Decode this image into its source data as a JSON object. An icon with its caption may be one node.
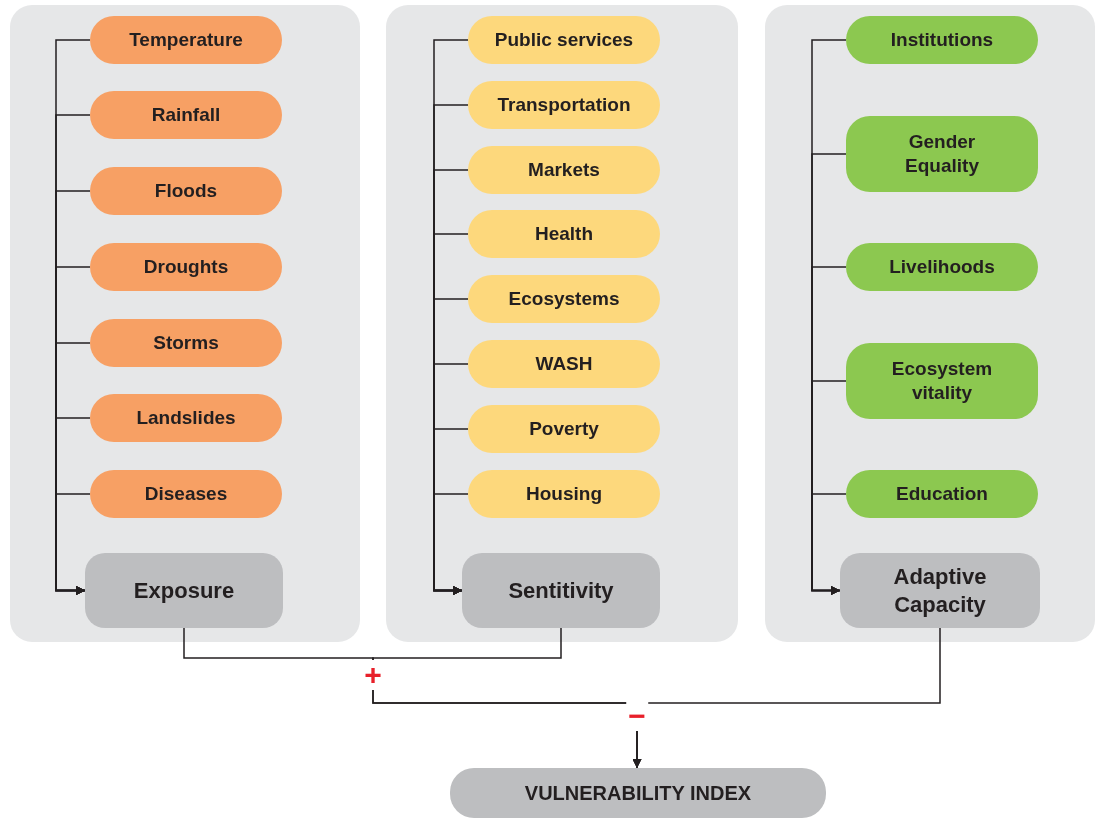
{
  "diagram": {
    "nodes": [
      {
        "text": [],
        "shape": "box"
      },
      {
        "text": [
          "Temperature"
        ],
        "in": 0
      },
      {
        "text": [
          "Rainfall"
        ],
        "in": 0
      },
      {
        "text": [
          "Floods"
        ],
        "in": 0
      },
      {
        "text": [
          "Droughts"
        ],
        "in": 0
      },
      {
        "text": [
          "Storms"
        ],
        "in": 0
      },
      {
        "text": [
          "Landslides"
        ],
        "in": 0
      },
      {
        "text": [
          "Diseases"
        ],
        "in": 0
      },
      {
        "text": [
          "Exposure"
        ],
        "in": 0
      },
      {
        "text": [],
        "shape": "box"
      },
      {
        "text": [
          "Public services"
        ],
        "in": 9
      },
      {
        "text": [
          "Transportation"
        ],
        "in": 9
      },
      {
        "text": [
          "Markets"
        ],
        "in": 9
      },
      {
        "text": [
          "Health"
        ],
        "in": 9
      },
      {
        "text": [
          "Ecosystems"
        ],
        "in": 9
      },
      {
        "text": [
          "WASH"
        ],
        "in": 9
      },
      {
        "text": [
          "Poverty"
        ],
        "in": 9
      },
      {
        "text": [
          "Housing"
        ],
        "in": 9
      },
      {
        "text": [
          "Sentitivity"
        ],
        "in": 9
      },
      {
        "text": [],
        "shape": "box"
      },
      {
        "text": [
          "Institutions"
        ],
        "in": 19
      },
      {
        "text": [
          "Gender Equality"
        ],
        "in": 19
      },
      {
        "text": [
          "Livelihoods"
        ],
        "in": 19
      },
      {
        "text": [
          "Ecosystem vitality"
        ],
        "in": 19
      },
      {
        "text": [
          "Education"
        ],
        "in": 19
      },
      {
        "text": [
          "Adaptive Capacity"
        ],
        "in": 19
      },
      {
        "text": [
          "VULNERABILITY INDEX"
        ]
      }
    ],
    "edges": [
      {
        "from": 1,
        "to": 8,
        "arrow": "to"
      },
      {
        "from": 2,
        "to": 8,
        "arrow": "to"
      },
      {
        "from": 3,
        "to": 8,
        "arrow": "to"
      },
      {
        "from": 4,
        "to": 8,
        "arrow": "to"
      },
      {
        "from": 5,
        "to": 8,
        "arrow": "to"
      },
      {
        "from": 6,
        "to": 8,
        "arrow": "to"
      },
      {
        "from": 7,
        "to": 8,
        "arrow": "to"
      },
      {
        "from": 10,
        "to": 18,
        "arrow": "to"
      },
      {
        "from": 11,
        "to": 18,
        "arrow": "to"
      },
      {
        "from": 12,
        "to": 18,
        "arrow": "to"
      },
      {
        "from": 13,
        "to": 18,
        "arrow": "to"
      },
      {
        "from": 14,
        "to": 18,
        "arrow": "to"
      },
      {
        "from": 15,
        "to": 18,
        "arrow": "to"
      },
      {
        "from": 16,
        "to": 18,
        "arrow": "to"
      },
      {
        "from": 17,
        "to": 18,
        "arrow": "to"
      },
      {
        "from": 20,
        "to": 25,
        "arrow": "to"
      },
      {
        "from": 21,
        "to": 25,
        "arrow": "to"
      },
      {
        "from": 22,
        "to": 25,
        "arrow": "to"
      },
      {
        "from": 23,
        "to": 25,
        "arrow": "to"
      },
      {
        "from": 24,
        "to": 25,
        "arrow": "to"
      },
      {
        "from": 8,
        "to": 26,
        "arrow": "to"
      },
      {
        "from": 18,
        "to": 26,
        "arrow": "to"
      },
      {
        "from": 25,
        "to": 26,
        "arrow": "to"
      }
    ],
    "labels": [
      "+",
      "−"
    ]
  }
}
